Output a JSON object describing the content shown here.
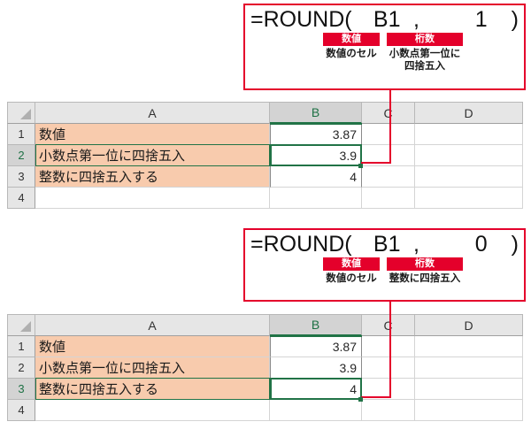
{
  "callouts": [
    {
      "id": "callout-round-1",
      "formula": {
        "fn": "=ROUND(",
        "arg1": "B1",
        "comma": ",",
        "arg2": "1",
        "close": ")"
      },
      "tags": [
        "数値",
        "桁数"
      ],
      "descriptions": [
        "数値のセル",
        "小数点第一位に\n四捨五入"
      ],
      "target_cell": "B2"
    },
    {
      "id": "callout-round-2",
      "formula": {
        "fn": "=ROUND(",
        "arg1": "B1",
        "comma": ",",
        "arg2": "0",
        "close": ")"
      },
      "tags": [
        "数値",
        "桁数"
      ],
      "descriptions": [
        "数値のセル",
        "整数に四捨五入"
      ],
      "target_cell": "B3"
    }
  ],
  "colors": {
    "callout_red": "#E4002B",
    "tag_red": "#E4002B",
    "cell_fill_orange": "#F8CBAD",
    "selection_green": "#217346",
    "header_gray": "#E6E6E6",
    "header_selected_gray": "#D3D3D3"
  },
  "sheets": [
    {
      "id": "sheet-1",
      "columns": [
        "A",
        "B",
        "C",
        "D"
      ],
      "selected_column": "B",
      "selected_row": "2",
      "rows": [
        {
          "num": "1",
          "a": "数値",
          "b": "3.87",
          "c": "",
          "d": ""
        },
        {
          "num": "2",
          "a": "小数点第一位に四捨五入",
          "b": "3.9",
          "c": "",
          "d": ""
        },
        {
          "num": "3",
          "a": "整数に四捨五入する",
          "b": "4",
          "c": "",
          "d": ""
        },
        {
          "num": "4",
          "a": "",
          "b": "",
          "c": "",
          "d": ""
        }
      ]
    },
    {
      "id": "sheet-2",
      "columns": [
        "A",
        "B",
        "C",
        "D"
      ],
      "selected_column": "B",
      "selected_row": "3",
      "rows": [
        {
          "num": "1",
          "a": "数値",
          "b": "3.87",
          "c": "",
          "d": ""
        },
        {
          "num": "2",
          "a": "小数点第一位に四捨五入",
          "b": "3.9",
          "c": "",
          "d": ""
        },
        {
          "num": "3",
          "a": "整数に四捨五入する",
          "b": "4",
          "c": "",
          "d": ""
        },
        {
          "num": "4",
          "a": "",
          "b": "",
          "c": "",
          "d": ""
        }
      ]
    }
  ]
}
